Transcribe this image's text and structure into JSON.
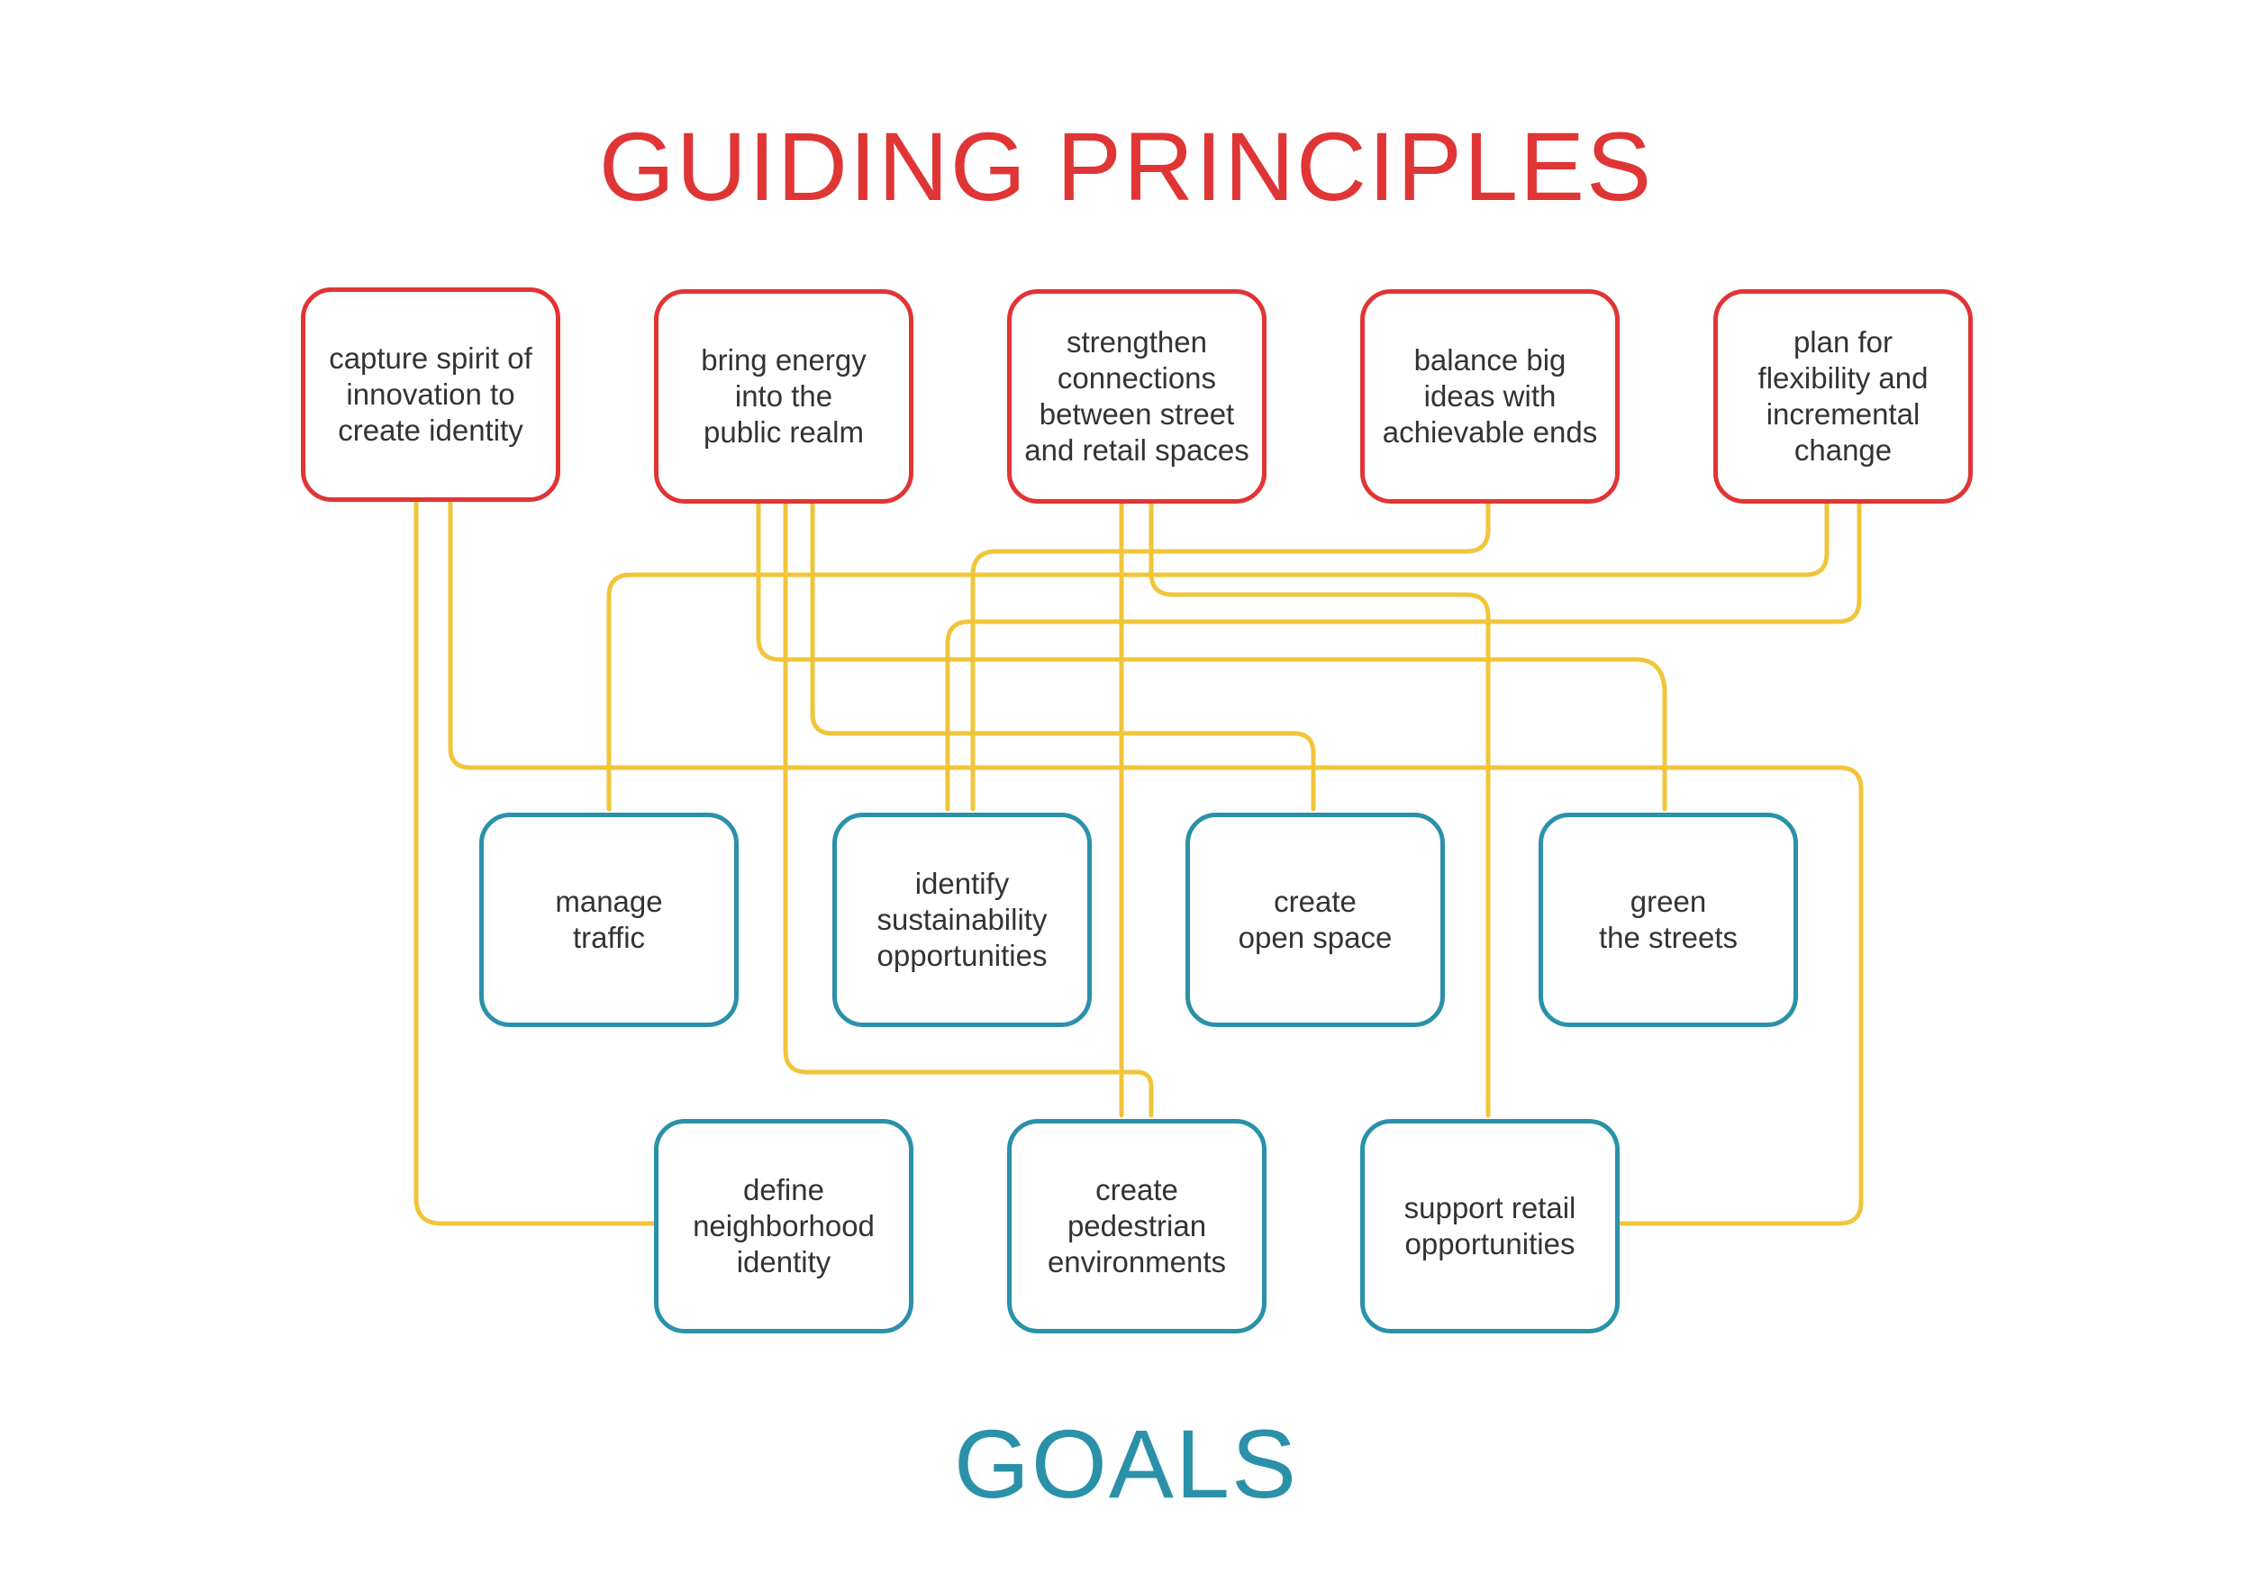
{
  "colors": {
    "principle": "#e03535",
    "goal": "#2a91a9",
    "connector": "#f0c53a"
  },
  "titles": {
    "principles": "GUIDING PRINCIPLES",
    "goals": "GOALS"
  },
  "principles": [
    {
      "id": "p1",
      "label": "capture spirit of\ninnovation to\ncreate identity"
    },
    {
      "id": "p2",
      "label": "bring energy\ninto the\npublic realm"
    },
    {
      "id": "p3",
      "label": "strengthen\nconnections\nbetween street\nand retail spaces"
    },
    {
      "id": "p4",
      "label": "balance big\nideas with\nachievable ends"
    },
    {
      "id": "p5",
      "label": "plan for\nflexibility and\nincremental\nchange"
    }
  ],
  "goals": [
    {
      "id": "g1",
      "label": "manage\ntraffic"
    },
    {
      "id": "g2",
      "label": "identify\nsustainability\nopportunities"
    },
    {
      "id": "g3",
      "label": "create\nopen space"
    },
    {
      "id": "g4",
      "label": "green\nthe streets"
    },
    {
      "id": "g5",
      "label": "define\nneighborhood\nidentity"
    },
    {
      "id": "g6",
      "label": "create\npedestrian\nenvironments"
    },
    {
      "id": "g7",
      "label": "support retail\nopportunities"
    }
  ],
  "links": [
    {
      "from": "p1",
      "to": "g5"
    },
    {
      "from": "p1",
      "to": "g7"
    },
    {
      "from": "p2",
      "to": "g4"
    },
    {
      "from": "p2",
      "to": "g6"
    },
    {
      "from": "p2",
      "to": "g3"
    },
    {
      "from": "p3",
      "to": "g6"
    },
    {
      "from": "p3",
      "to": "g7"
    },
    {
      "from": "p4",
      "to": "g2"
    },
    {
      "from": "p5",
      "to": "g1"
    },
    {
      "from": "p5",
      "to": "g2"
    }
  ]
}
